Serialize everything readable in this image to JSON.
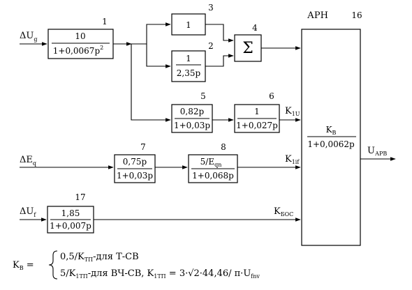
{
  "inputs": {
    "du_g": {
      "main": "ΔU",
      "sub": "g"
    },
    "de_q": {
      "main": "ΔE",
      "sub": "q"
    },
    "du_f": {
      "main": "ΔU",
      "sub": "f"
    }
  },
  "blocks": {
    "b1": {
      "number": "1",
      "num": "10",
      "den": "1+0,0067p",
      "den_sup": "2"
    },
    "b2": {
      "number": "2",
      "num": "1",
      "den": "2,35p"
    },
    "b3": {
      "number": "3",
      "text": "1"
    },
    "b4": {
      "number": "4",
      "text": "Σ"
    },
    "b5": {
      "number": "5",
      "num": "0,82p",
      "den": "1+0,03p"
    },
    "b6": {
      "number": "6",
      "num": "1",
      "den": "1+0,027p"
    },
    "b7": {
      "number": "7",
      "num": "0,75p",
      "den": "1+0,03p"
    },
    "b8": {
      "number": "8",
      "num": "5/E",
      "num_sub": "qn",
      "den": "1+0,068p"
    },
    "b16": {
      "number": "16",
      "title": "АРН",
      "num": "K",
      "num_sub": "В",
      "den": "1+0,0062p"
    },
    "b17": {
      "number": "17",
      "num": "1,85",
      "den": "1+0,007p"
    }
  },
  "signals": {
    "k1u": {
      "main": "K",
      "sub": "1U"
    },
    "k1if": {
      "main": "K",
      "sub": "1if"
    },
    "kbos": {
      "main": "K",
      "sub": "БОС"
    },
    "uarv": {
      "main": "U",
      "sub": "АРВ"
    }
  },
  "formula": {
    "lhs_main": "K",
    "lhs_sub": "В",
    "line1": {
      "a": "0,5/K",
      "a_sub": "ТП",
      "b": "-для Т-СВ"
    },
    "line2": {
      "a": "5/K",
      "a_sub": "1ТП",
      "b": "-для ВЧ-СВ, K",
      "b_sub": "1ТП",
      "c": "= 3·√2·44,46/ π·U",
      "c_sub": "fnv"
    }
  }
}
